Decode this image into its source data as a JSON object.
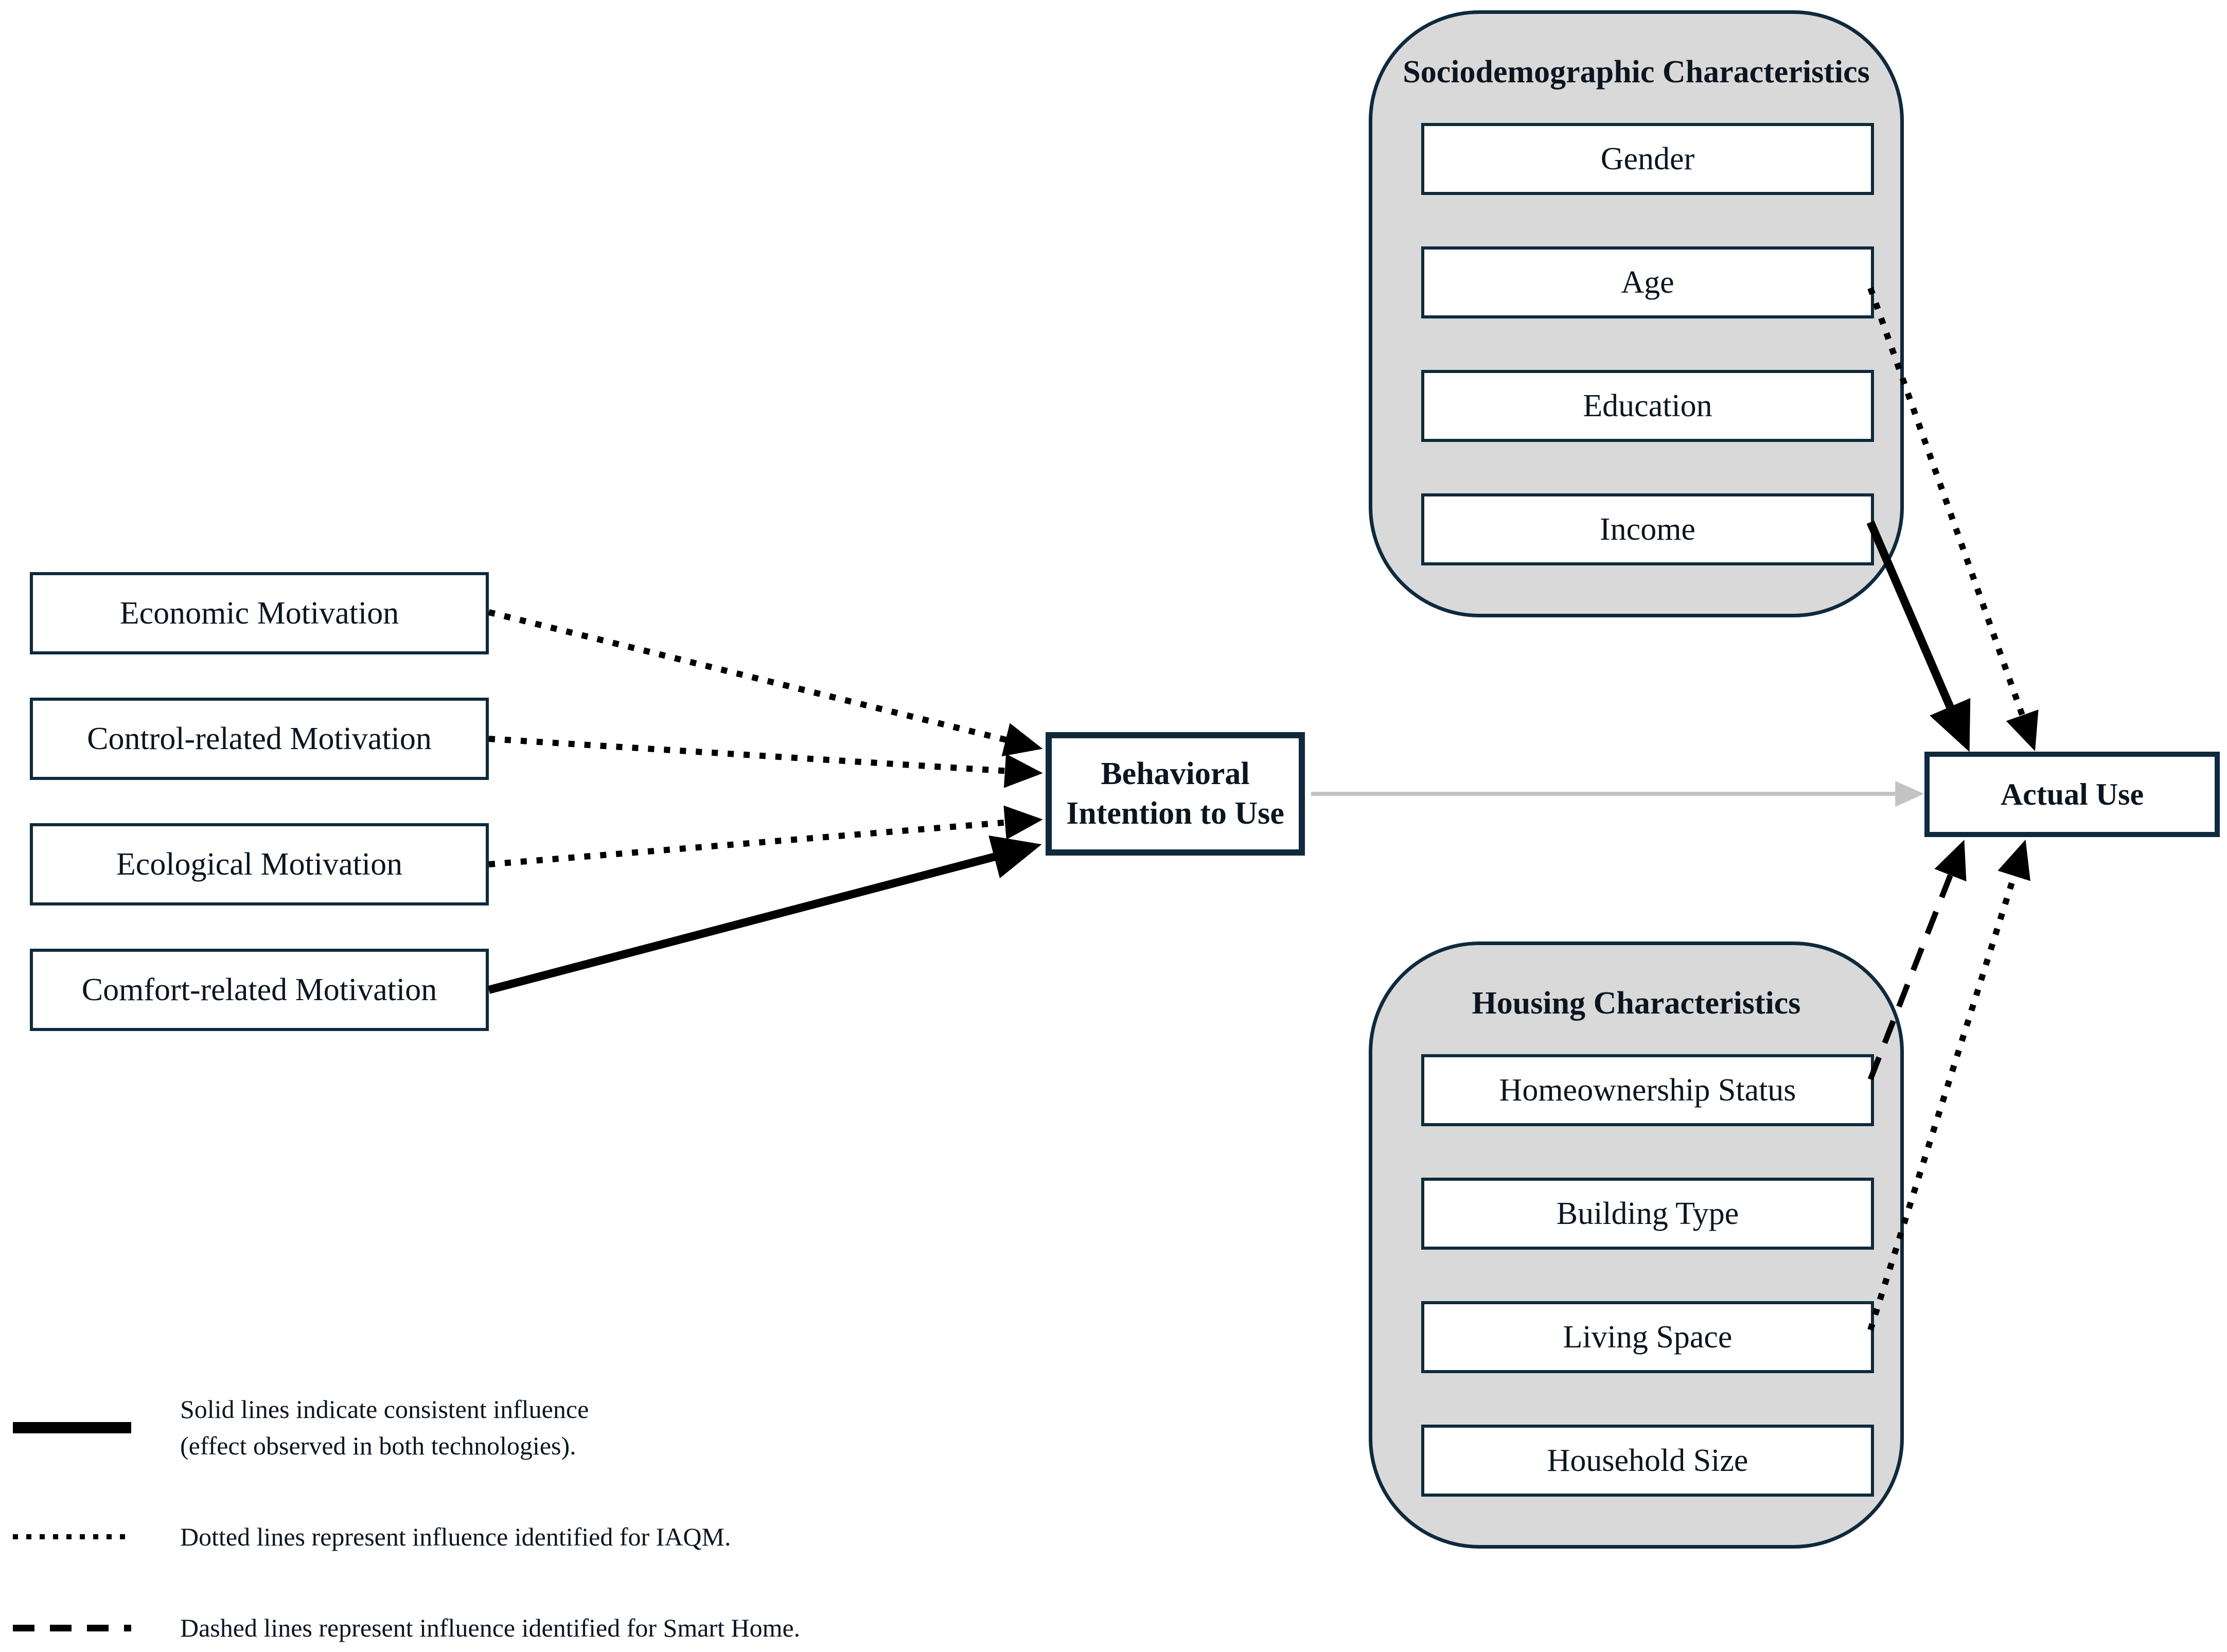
{
  "figure": {
    "left_factors": [
      "Economic Motivation",
      "Control-related Motivation",
      "Ecological Motivation",
      "Comfort-related Motivation"
    ],
    "intention_box": {
      "line1": "Behavioral",
      "line2": "Intention to Use"
    },
    "outcome_box": {
      "label": "Actual Use"
    },
    "groups": {
      "sociodemographic": {
        "title": "Sociodemographic Characteristics",
        "items": [
          "Gender",
          "Age",
          "Education",
          "Income"
        ]
      },
      "housing": {
        "title": "Housing Characteristics",
        "items": [
          "Homeownership Status",
          "Building Type",
          "Living Space",
          "Household Size"
        ]
      }
    },
    "legend": {
      "solid_line1": "Solid lines indicate consistent influence",
      "solid_line2": "(effect observed in both technologies).",
      "dotted": "Dotted lines represent influence identified for IAQM.",
      "dashed": "Dashed lines represent influence identified for Smart Home."
    },
    "connections": [
      {
        "from": "Economic Motivation",
        "to": "Behavioral Intention to Use",
        "style": "dotted"
      },
      {
        "from": "Control-related Motivation",
        "to": "Behavioral Intention to Use",
        "style": "dotted"
      },
      {
        "from": "Ecological Motivation",
        "to": "Behavioral Intention to Use",
        "style": "dotted"
      },
      {
        "from": "Comfort-related Motivation",
        "to": "Behavioral Intention to Use",
        "style": "solid"
      },
      {
        "from": "Behavioral Intention to Use",
        "to": "Actual Use",
        "style": "solid-gray"
      },
      {
        "from": "Income",
        "to": "Actual Use",
        "style": "solid"
      },
      {
        "from": "Age",
        "to": "Actual Use",
        "style": "dotted"
      },
      {
        "from": "Homeownership Status",
        "to": "Actual Use",
        "style": "dashed"
      },
      {
        "from": "Living Space",
        "to": "Actual Use",
        "style": "dotted"
      }
    ],
    "colors": {
      "box_border": "#0e2a3c",
      "group_fill": "#d9d9d9",
      "box_fill": "#ffffff",
      "line_black": "#000000",
      "line_gray": "#c3c3c3",
      "text": "#0b1520"
    }
  }
}
